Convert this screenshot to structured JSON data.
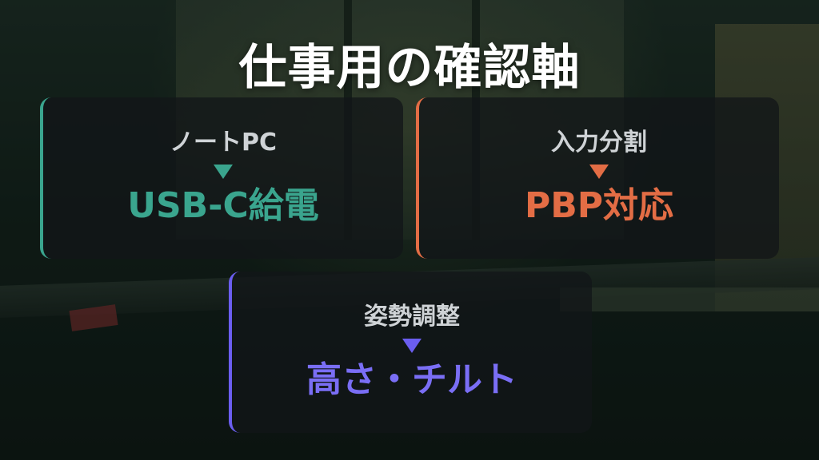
{
  "title": "仕事用の確認軸",
  "cards": [
    {
      "label": "ノートPC",
      "value": "USB-C給電",
      "accent": "#3aa58e"
    },
    {
      "label": "入力分割",
      "value": "PBP対応",
      "accent": "#e36d45"
    },
    {
      "label": "姿勢調整",
      "value": "高さ・チルト",
      "accent": "#6b5ef0"
    }
  ]
}
